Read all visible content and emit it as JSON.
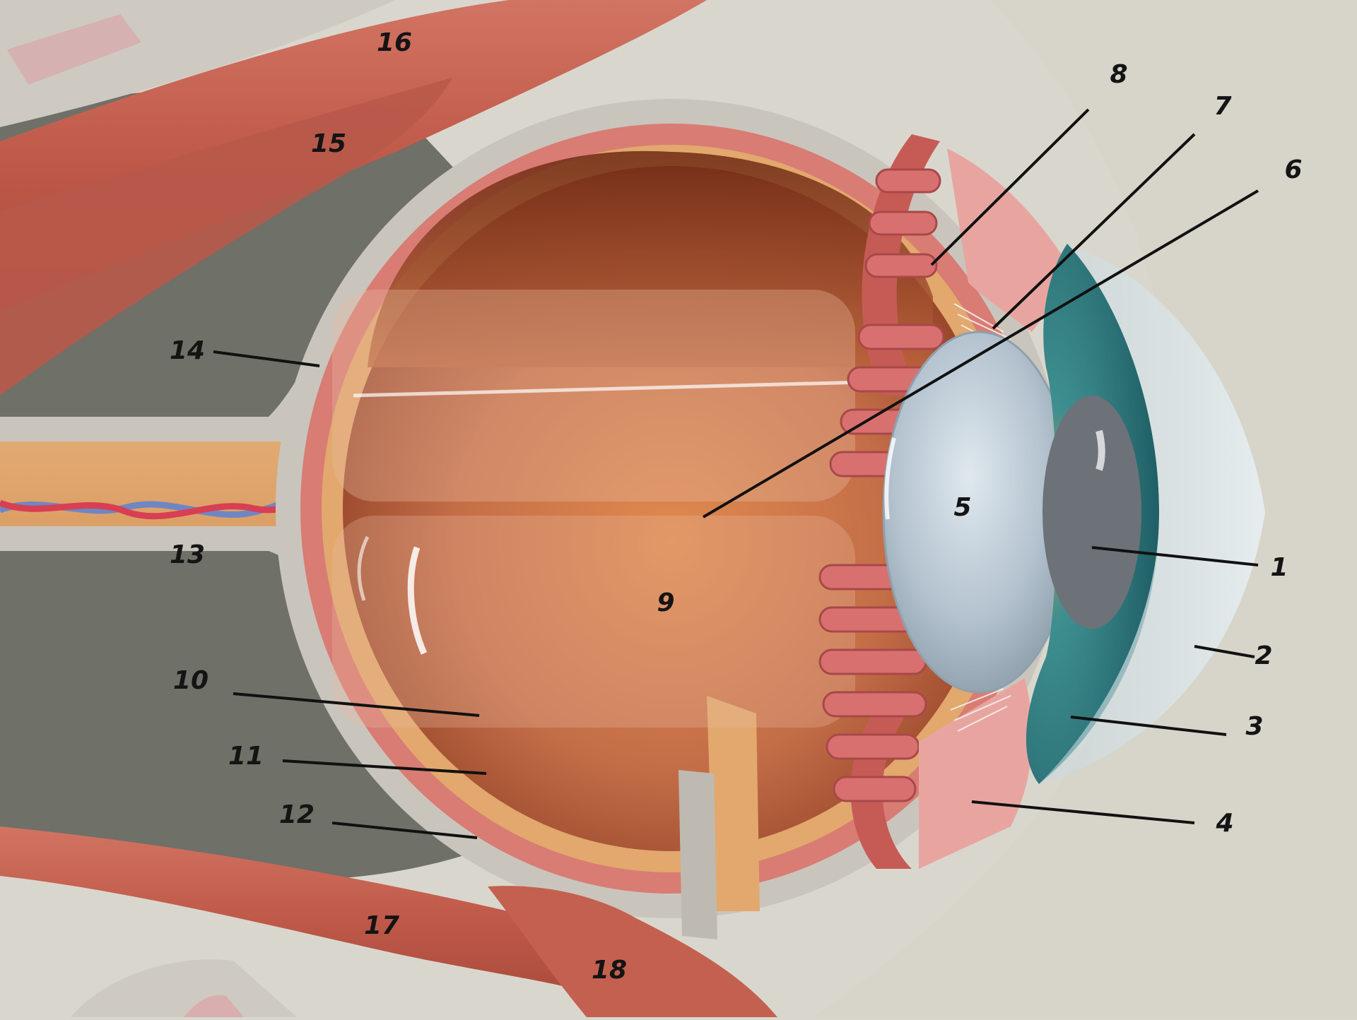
{
  "labels": {
    "l1": "1",
    "l2": "2",
    "l3": "3",
    "l4": "4",
    "l5": "5",
    "l6": "6",
    "l7": "7",
    "l8": "8",
    "l9": "9",
    "l10": "10",
    "l11": "11",
    "l12": "12",
    "l13": "13",
    "l14": "14",
    "l15": "15",
    "l16": "16",
    "l17": "17",
    "l18": "18"
  },
  "colors": {
    "background": "#d9d7cd",
    "orbit_dark": "#6f7067",
    "sclera": "#c9c5bd",
    "choroid": "#d97c74",
    "retina": "#e2a86d",
    "vitreous": "#c46e48",
    "muscle": "#c4604f",
    "lens": "#b4c3cf",
    "iris": "#3d8a8e",
    "pupil": "#6d7279",
    "artery": "#d83f52",
    "vein": "#6f86c4",
    "leader": "#111111"
  }
}
